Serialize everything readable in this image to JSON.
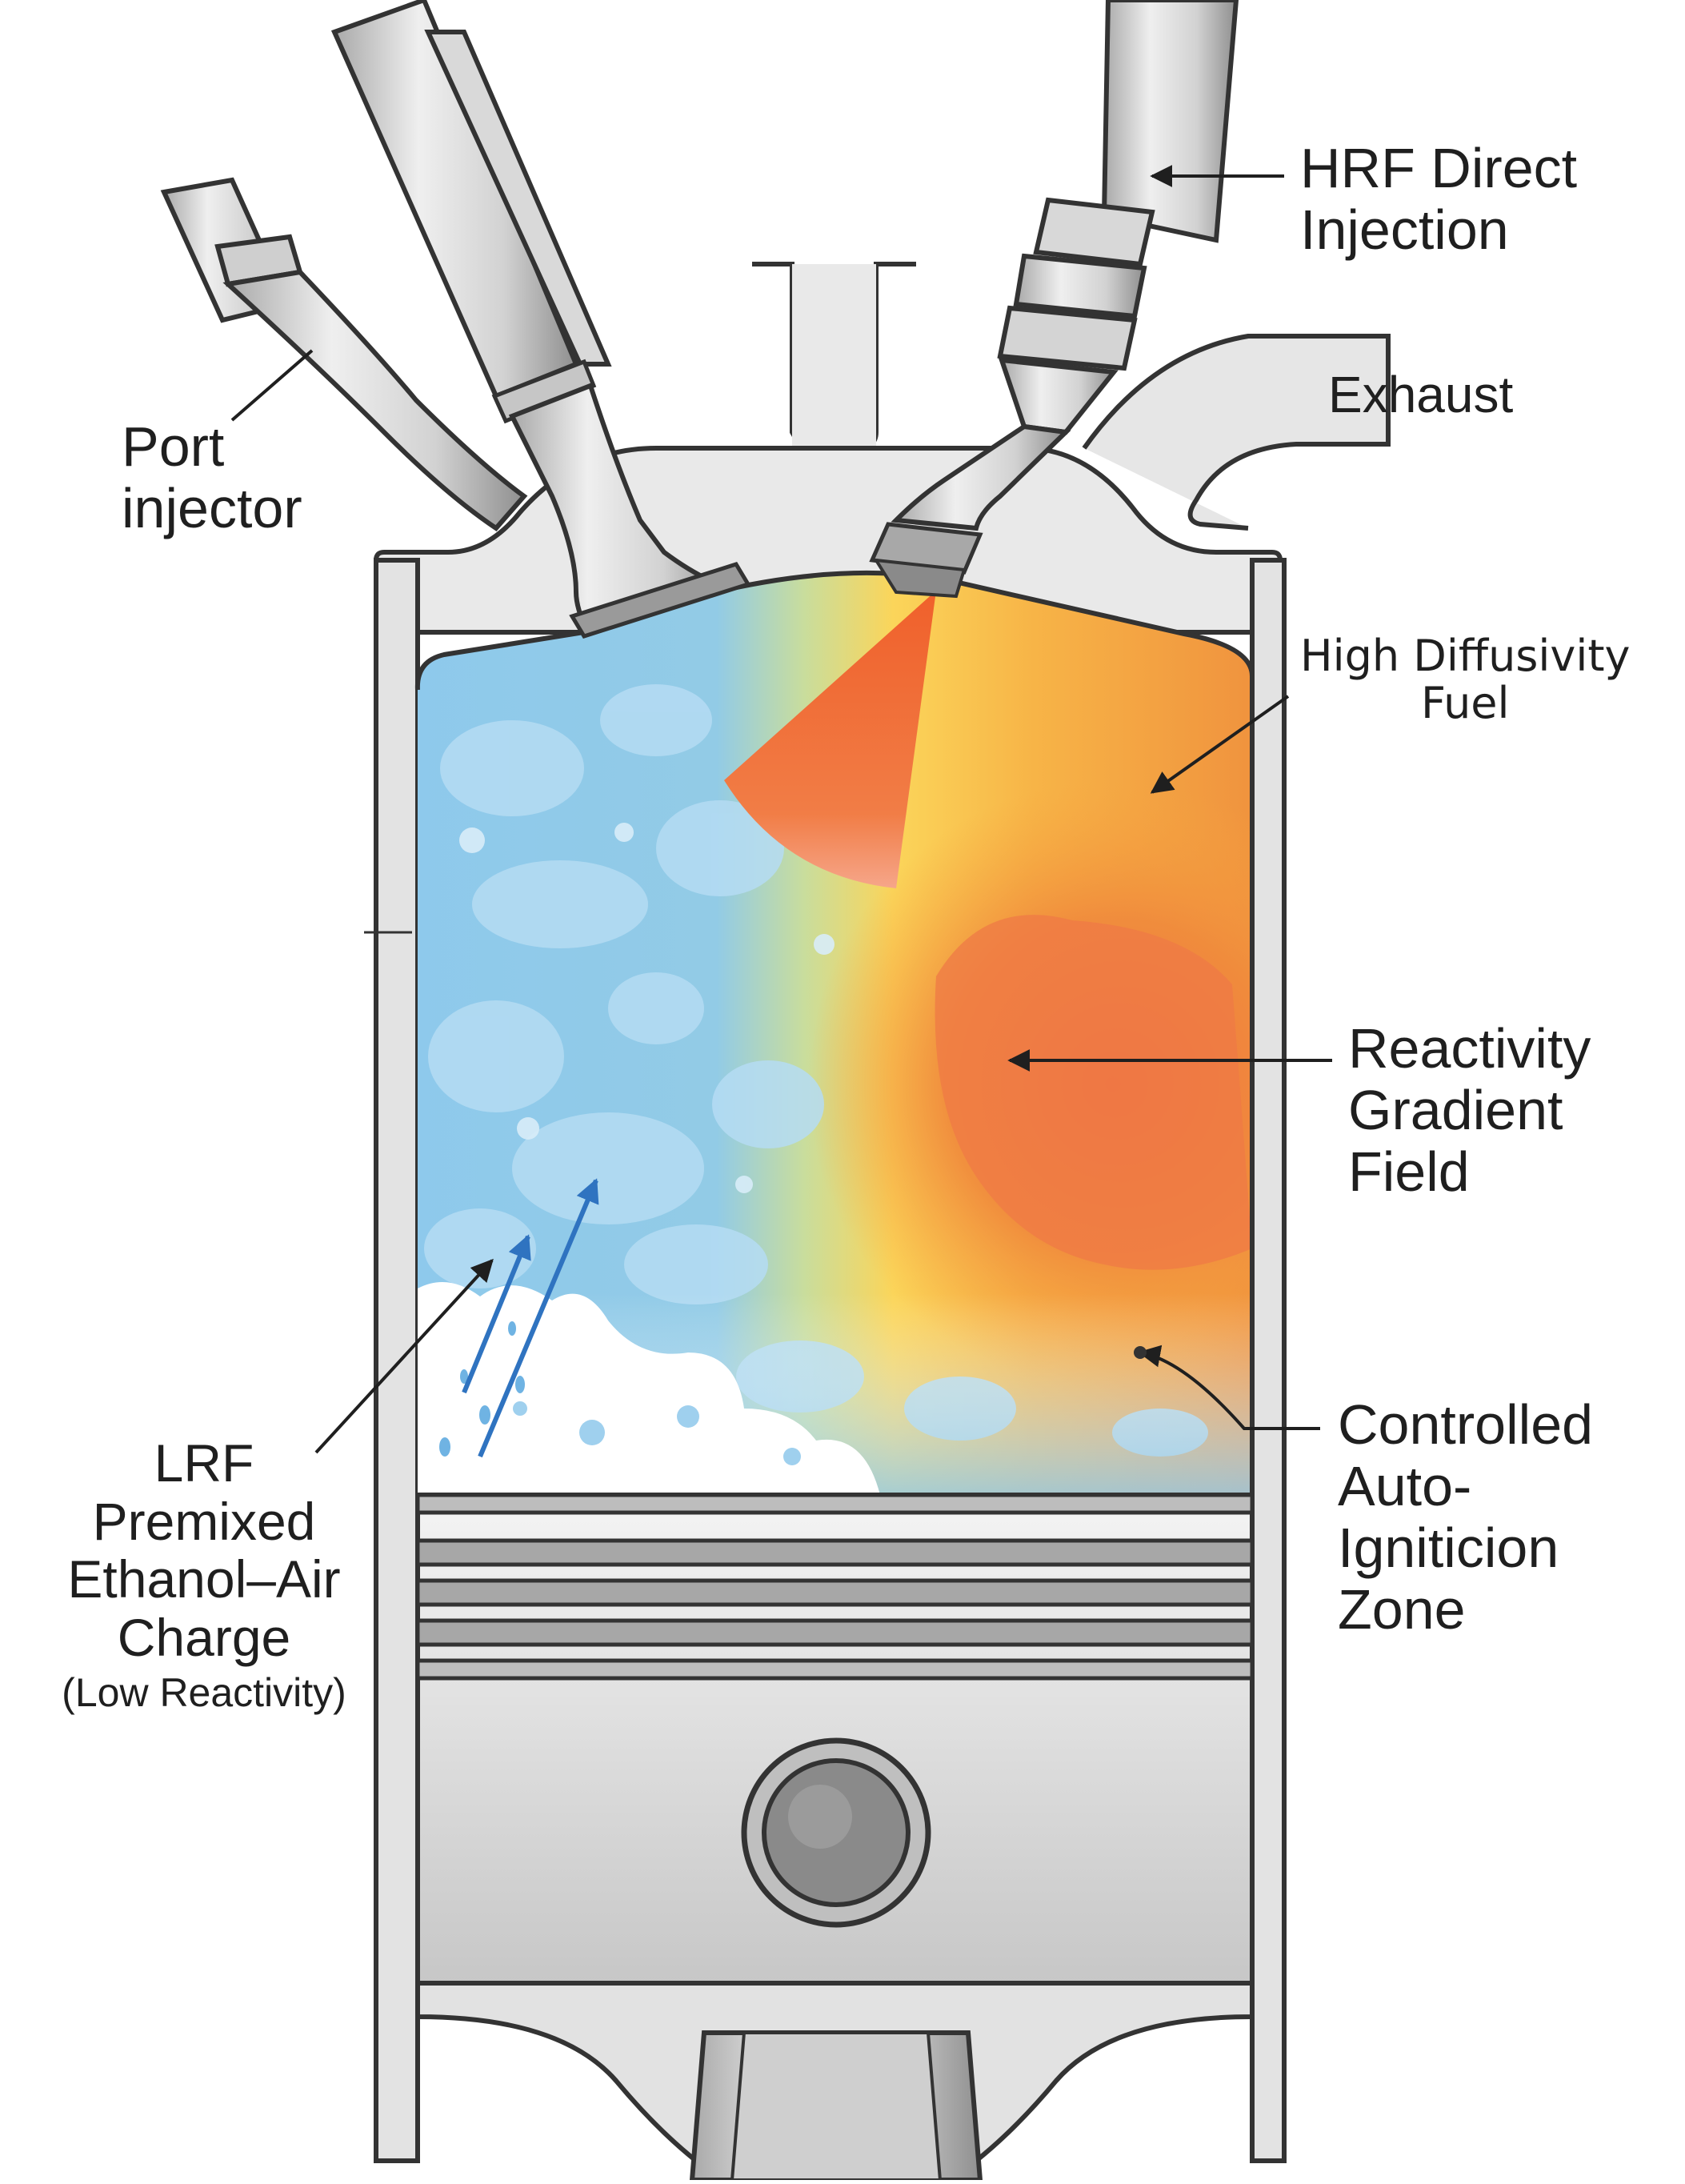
{
  "labels": {
    "hrf_direct_injection": [
      "HRF Direct",
      "Injection"
    ],
    "exhaust": "Exhaust",
    "port_injector": [
      "Port",
      "injector"
    ],
    "high_diffusivity_fuel": [
      "High Diffusivity",
      "Fuel"
    ],
    "reactivity_gradient_field": [
      "Reactivity",
      "Gradient",
      "Field"
    ],
    "controlled_auto_ignition_zone": [
      "Controlled",
      "Auto-",
      "Igniticion",
      "Zone"
    ],
    "lrf_charge": [
      "LRF",
      "Premixed",
      "Ethanol–Air",
      "Charge"
    ],
    "lrf_charge_note": "(Low Reactivity)"
  },
  "colors": {
    "metal_light": "#e8e8e8",
    "metal_mid": "#cfcfcf",
    "metal_dark": "#8a8a8a",
    "outline": "#333333",
    "charge_blue": "#8ec9ec",
    "charge_blue_light": "#b5dcf3",
    "spray_orange": "#f06a30",
    "reactivity_yellow": "#fbd55a",
    "reactivity_orange": "#f49a3a",
    "reactivity_red": "#ee7040",
    "arrow_blue": "#2f73c0"
  }
}
